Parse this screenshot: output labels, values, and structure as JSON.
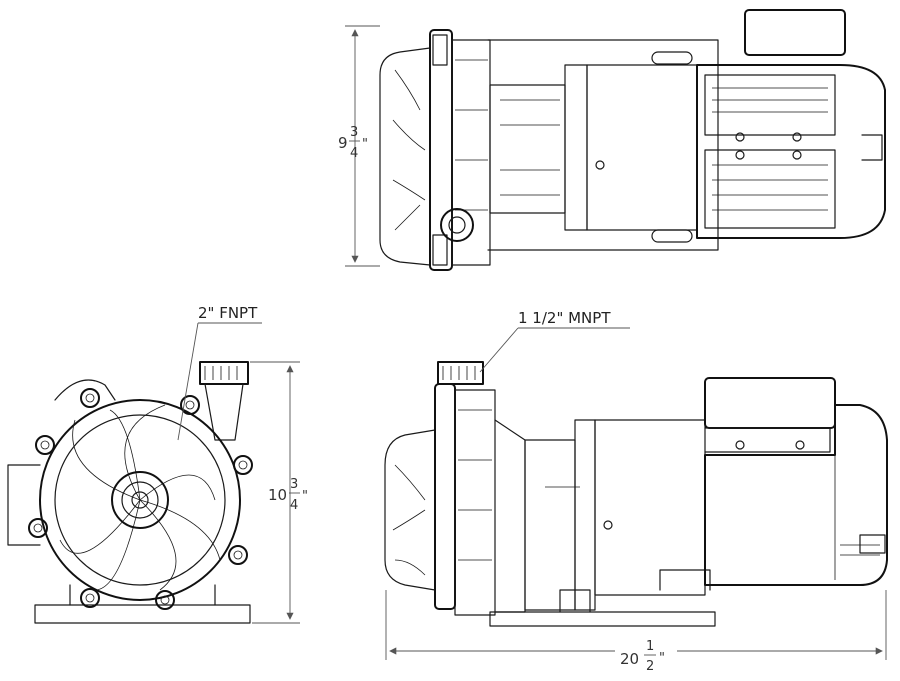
{
  "labels": {
    "outlet_thread": "2\" FNPT",
    "inlet_thread": "1 1/2\" MNPT"
  },
  "dimensions": {
    "top_width": {
      "whole": "9",
      "num": "3",
      "den": "4",
      "unit": "\""
    },
    "front_height": {
      "whole": "10",
      "num": "3",
      "den": "4",
      "unit": "\""
    },
    "overall_length": {
      "whole": "20",
      "num": "1",
      "den": "2",
      "unit": "\""
    }
  },
  "colors": {
    "line": "#1a1a1a",
    "dimension": "#555555",
    "background": "#ffffff"
  }
}
